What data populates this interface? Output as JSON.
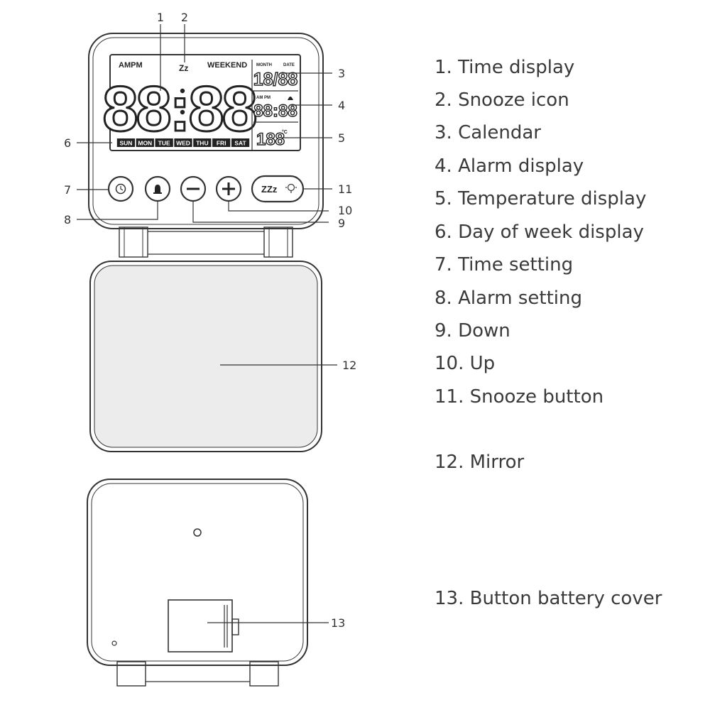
{
  "lcd": {
    "ampm": "AMPM",
    "snooze_symbol": "Zz",
    "weekend": "WEEKEND",
    "time_digits": "88:88",
    "month_label": "MONTH",
    "date_label": "DATE",
    "calendar_digits": "18/88",
    "alarm_ampm": "AM PM",
    "alarm_digits": "88:88",
    "temp_digits": "188",
    "temp_unit": "°C",
    "days": [
      "SUN",
      "MON",
      "TUE",
      "WED",
      "THU",
      "FRI",
      "SAT"
    ]
  },
  "snooze_button_text": "ZZz",
  "callouts": [
    "1",
    "2",
    "3",
    "4",
    "5",
    "6",
    "7",
    "8",
    "9",
    "10",
    "11",
    "12",
    "13"
  ],
  "legend": [
    "1. Time display",
    "2. Snooze icon",
    "3. Calendar",
    "4. Alarm display",
    "5. Temperature display",
    "6. Day of week display",
    "7. Time setting",
    "8. Alarm setting",
    "9. Down",
    "10. Up",
    "11. Snooze button",
    "12. Mirror",
    "13. Button battery cover"
  ]
}
